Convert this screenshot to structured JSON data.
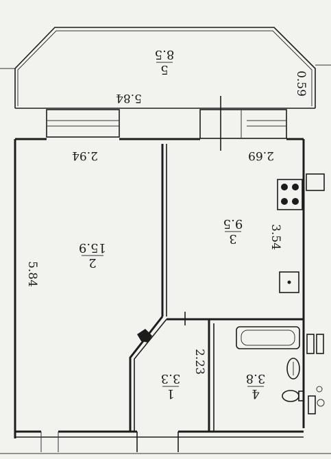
{
  "rooms": [
    {
      "number": "1",
      "area": "3.3"
    },
    {
      "number": "2",
      "area": "15.9"
    },
    {
      "number": "3",
      "area": "9.5"
    },
    {
      "number": "4",
      "area": "3.8"
    },
    {
      "number": "5",
      "area": "8.5"
    }
  ],
  "dimensions": {
    "balcony_length": "5.84",
    "balcony_depth": "0.59",
    "room2_width": "2.94",
    "room2_length": "5.84",
    "kitchen_width": "2.69",
    "kitchen_length": "3.54",
    "hall_depth": "2.23"
  }
}
